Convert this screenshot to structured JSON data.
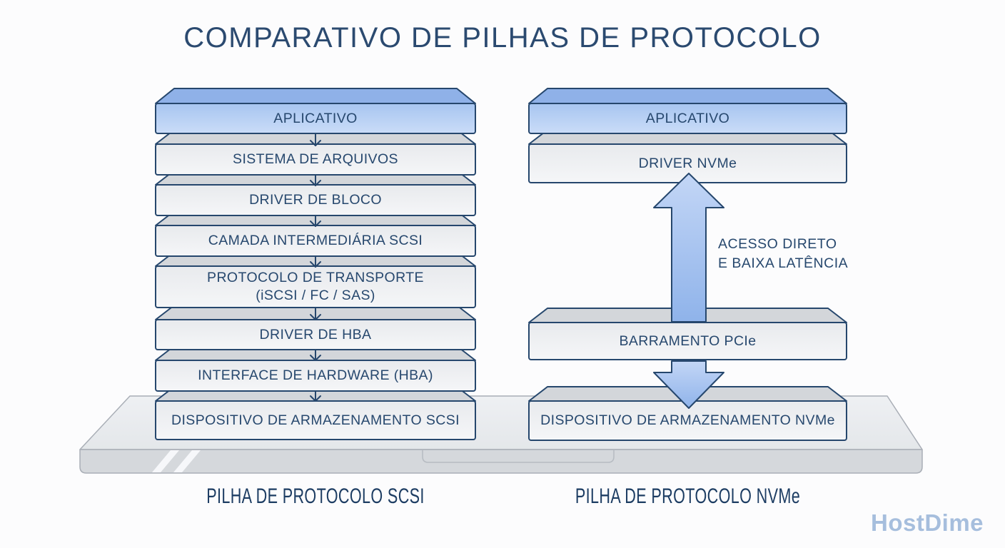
{
  "title": "COMPARATIVO DE PILHAS DE PROTOCOLO",
  "left_stack": {
    "caption": "PILHA DE PROTOCOLO SCSI",
    "layers": [
      {
        "label": "APLICATIVO"
      },
      {
        "label": "SISTEMA DE ARQUIVOS"
      },
      {
        "label": "DRIVER DE BLOCO"
      },
      {
        "label": "CAMADA INTERMEDIÁRIA SCSI"
      },
      {
        "label": "PROTOCOLO DE TRANSPORTE",
        "sublabel": "(iSCSI / FC / SAS)"
      },
      {
        "label": "DRIVER DE HBA"
      },
      {
        "label": "INTERFACE DE HARDWARE (HBA)"
      },
      {
        "label": "DISPOSITIVO DE ARMAZENAMENTO SCSI"
      }
    ]
  },
  "right_stack": {
    "caption": "PILHA DE PROTOCOLO NVMe",
    "layers": [
      {
        "label": "APLICATIVO"
      },
      {
        "label": "DRIVER NVMe"
      },
      {
        "label": "BARRAMENTO PCIe"
      },
      {
        "label": "DISPOSITIVO DE ARMAZENAMENTO NVMe"
      }
    ],
    "arrow_annotation": {
      "line1": "ACESSO DIRETO",
      "line2": "E BAIXA LATÊNCIA"
    }
  },
  "watermark": "HostDime",
  "colors": {
    "outline_navy": "#26476d",
    "blue_top_face": "#8fb1e8",
    "blue_front_face": "#bcd3f5",
    "gray_top_face": "#d3d6da",
    "gray_front_face": "#eef0f2",
    "big_arrow_fill": "#a9c6f0",
    "title_text": "#2b4a70",
    "watermark_text": "#a6bedd"
  }
}
